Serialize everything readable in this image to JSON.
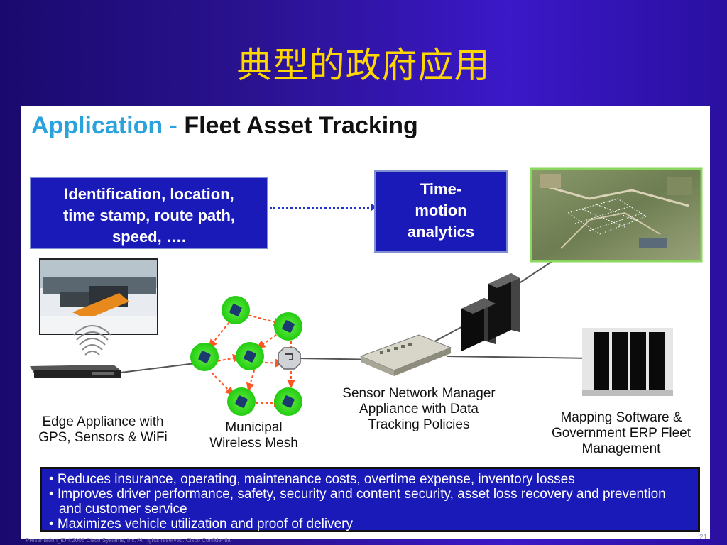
{
  "slide": {
    "title": "典型的政府应用"
  },
  "app": {
    "title_blue": "Application - ",
    "title_black": "Fleet Asset Tracking"
  },
  "boxes": {
    "identification": [
      "Identification, location,",
      "time stamp, route path,",
      "speed, …."
    ],
    "time_motion": [
      "Time-",
      "motion",
      "analytics"
    ]
  },
  "captions": {
    "edge": [
      "Edge Appliance with",
      "GPS, Sensors & WiFi"
    ],
    "mesh": [
      "Municipal",
      "Wireless Mesh"
    ],
    "sensor": [
      "Sensor Network Manager",
      "Appliance with Data",
      "Tracking Policies"
    ],
    "mapping": [
      "Mapping Software &",
      "Government ERP Fleet",
      "Management"
    ]
  },
  "bullets": [
    "• Reduces insurance, operating, maintenance costs, overtime expense, inventory losses",
    "• Improves driver performance, safety, security and content security, asset loss recovery and prevention and customer service",
    "• Maximizes vehicle utilization and proof of delivery"
  ],
  "footer": {
    "text": "Presentation_ID        ©2006 Cisco Systems, Inc. All rights reserved.        Cisco Confidential",
    "page": "21"
  },
  "colors": {
    "title": "#ffd700",
    "box": "#1a1ab8",
    "blue_text": "#2aa2dc",
    "mesh_node": "#44dd22",
    "mesh_arrow": "#ff5522"
  },
  "icons": [
    "snowplow-truck-photo",
    "wifi-wave-icon",
    "rack-appliance-icon",
    "mesh-node-icon",
    "gateway-icon",
    "sensor-router-icon",
    "server-tower-icon",
    "mainframe-icon",
    "aerial-map-photo"
  ]
}
